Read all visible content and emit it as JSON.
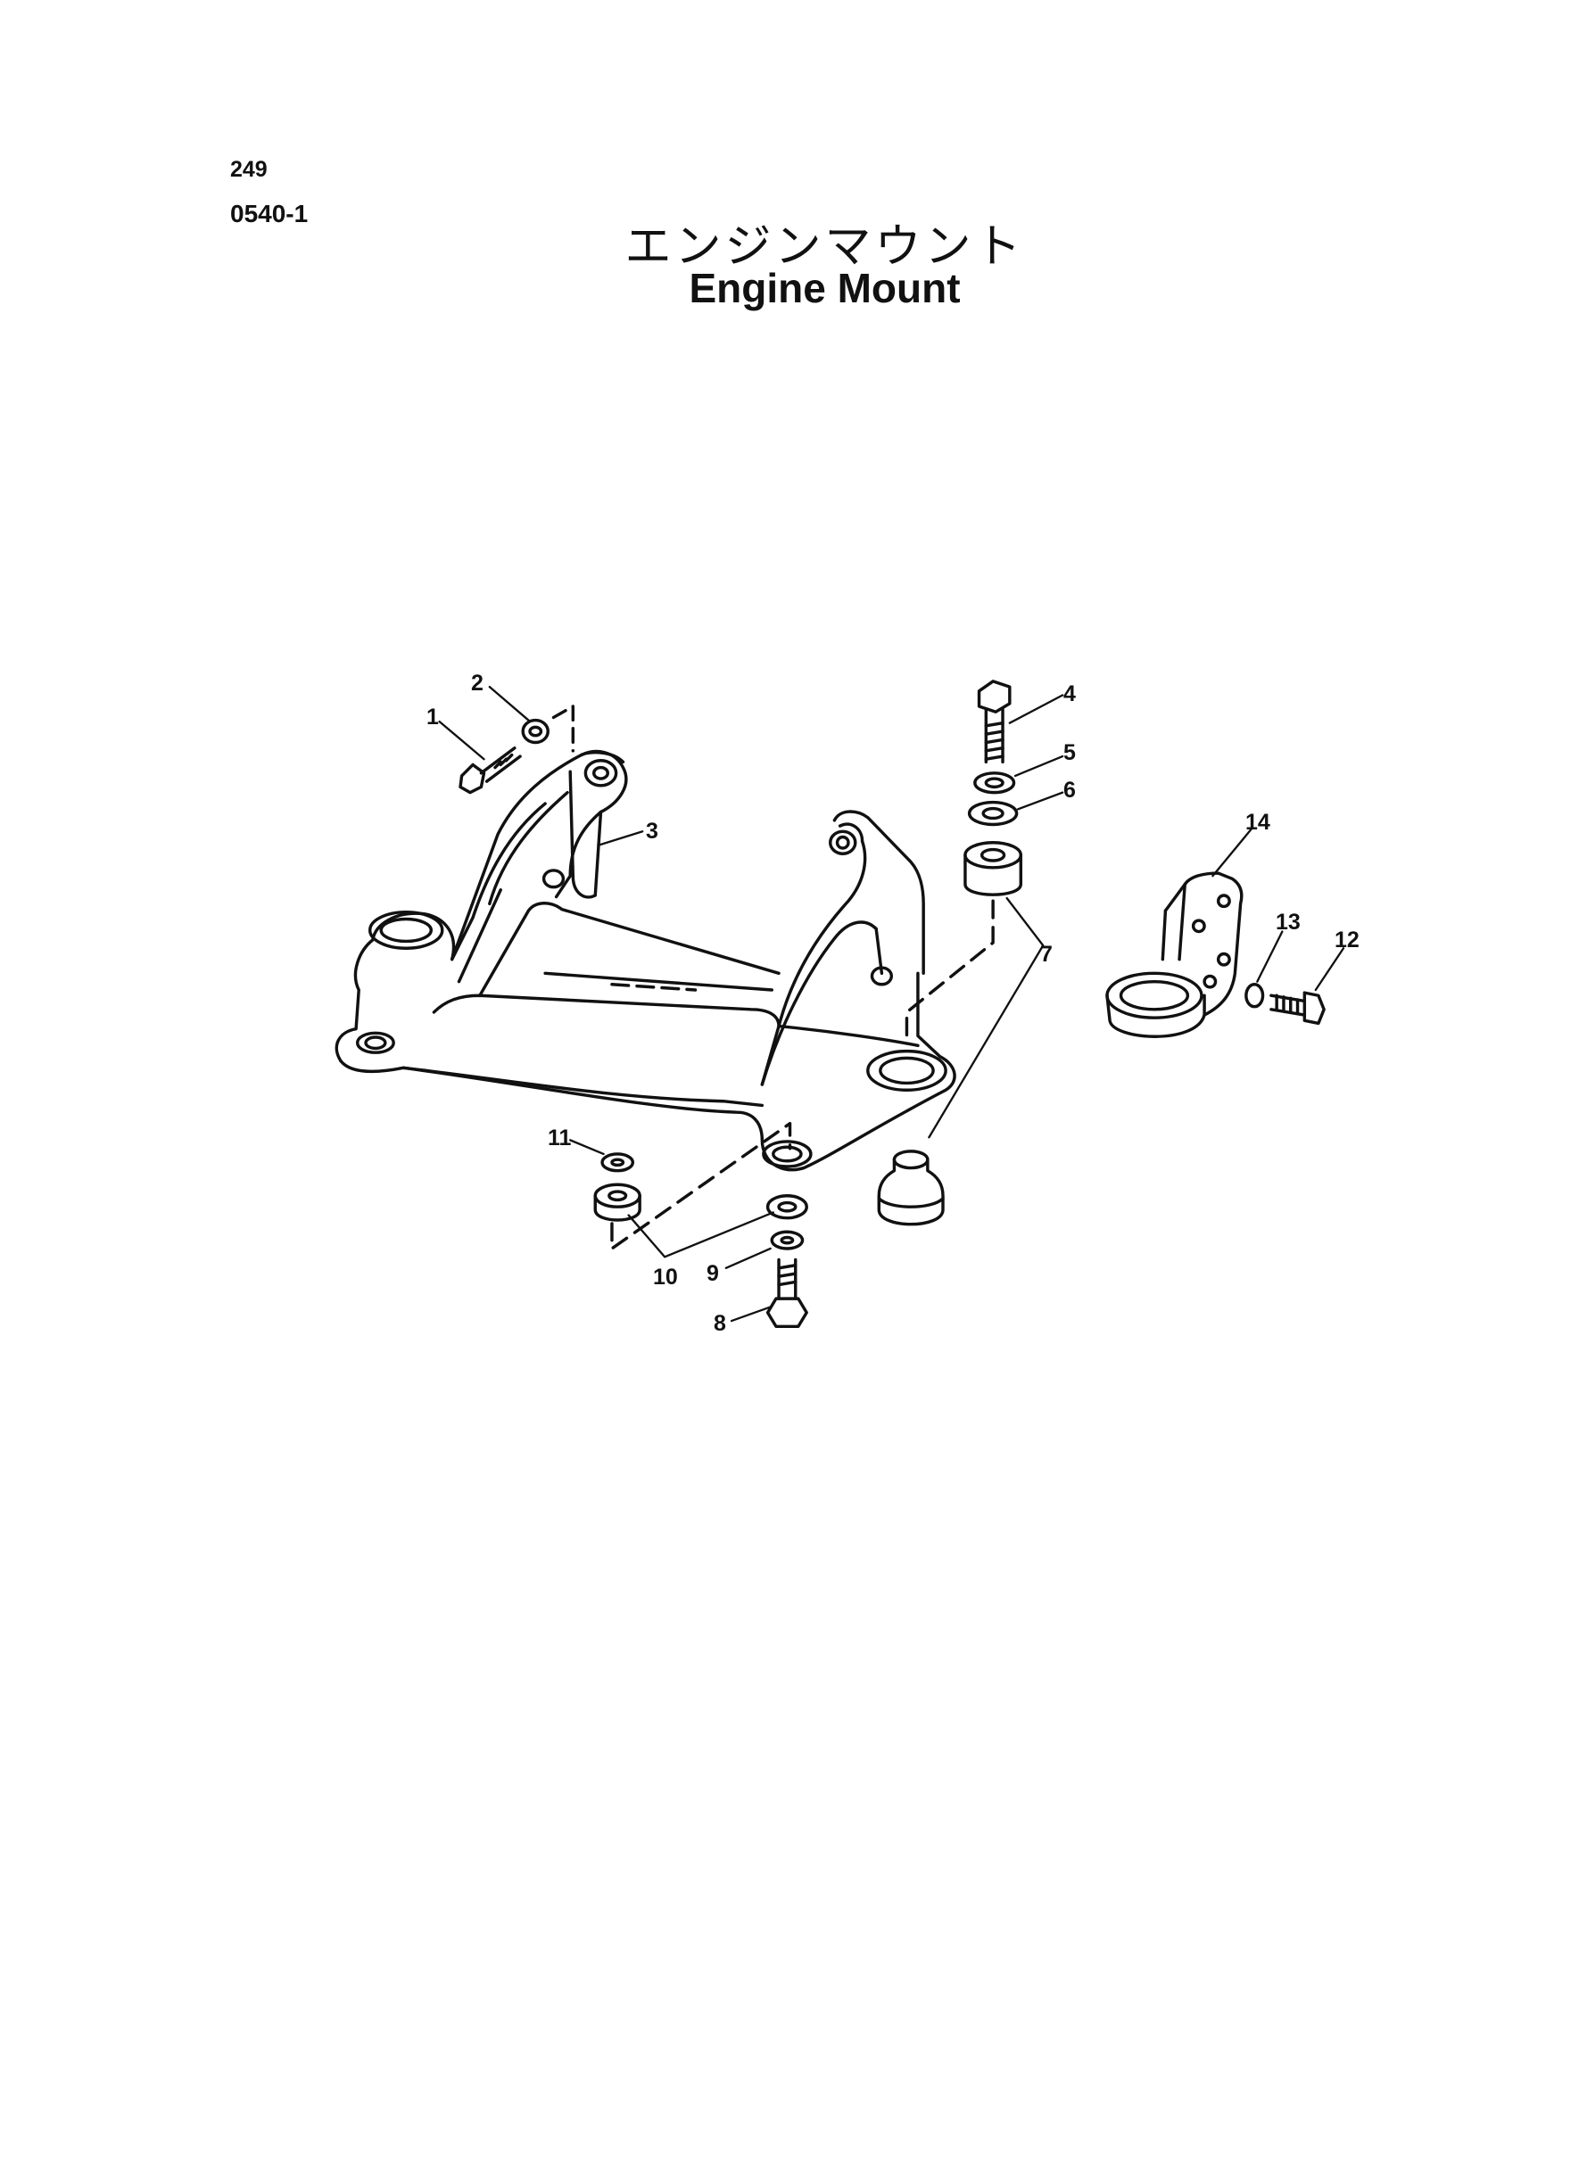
{
  "header": {
    "page_number": "249",
    "figure_code": "0540-1",
    "title_jp": "エンジンマウント",
    "title_en": "Engine Mount"
  },
  "callouts": [
    "1",
    "2",
    "3",
    "4",
    "5",
    "6",
    "7",
    "8",
    "9",
    "10",
    "11",
    "12",
    "13",
    "14"
  ]
}
